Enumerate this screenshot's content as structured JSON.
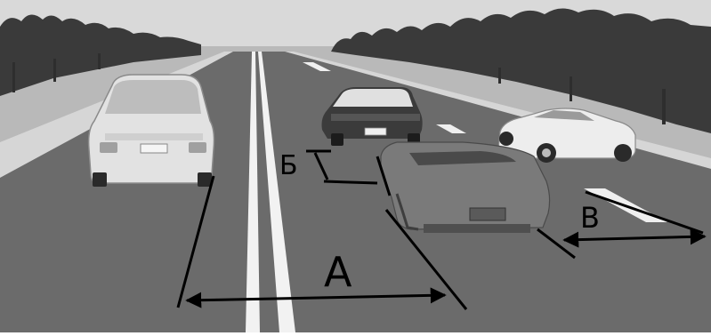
{
  "labels": {
    "a": "А",
    "b": "Б",
    "v": "В"
  },
  "colors": {
    "sky": "#d9d9d9",
    "grass": "#bdbdbd",
    "asphalt": "#6e6e6e",
    "lane_marking": "#f2f2f2",
    "tree": "#3a3a3a",
    "car_light": "#e6e6e6",
    "car_dark": "#3d3d3d",
    "car_convertible": "#7a7a7a",
    "annotation": "#000000"
  }
}
